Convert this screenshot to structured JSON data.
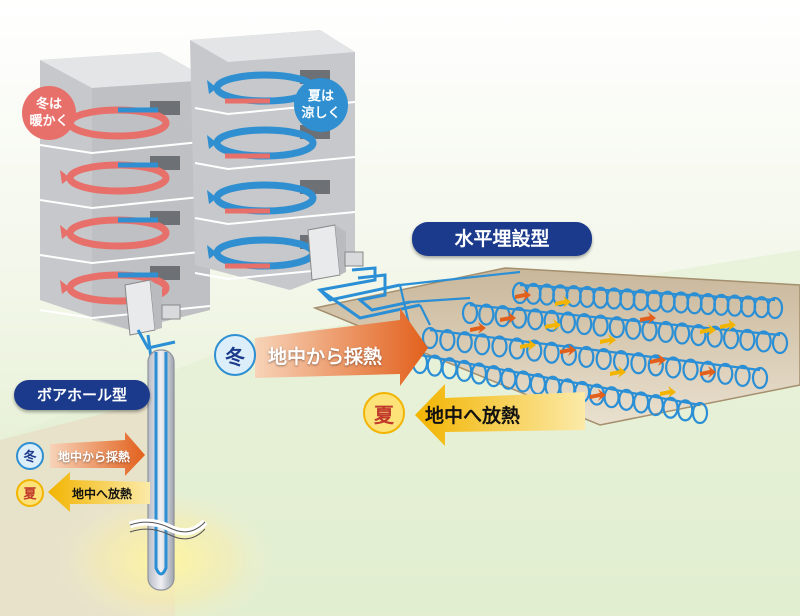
{
  "buildings": {
    "winter_bubble": {
      "line1": "冬は",
      "line2": "暖かく",
      "color": "#e8706a"
    },
    "summer_bubble": {
      "line1": "夏は",
      "line2": "涼しく",
      "color": "#2f8fd0"
    }
  },
  "horizontal": {
    "title": "水平埋設型",
    "winter": {
      "season": "冬",
      "text": "地中から採熱"
    },
    "summer": {
      "season": "夏",
      "text": "地中へ放熱"
    }
  },
  "borehole": {
    "title": "ボアホール型",
    "winter": {
      "season": "冬",
      "text": "地中から採熱"
    },
    "summer": {
      "season": "夏",
      "text": "地中へ放熱"
    }
  },
  "colors": {
    "winter_red": "#e8706a",
    "summer_blue": "#2f8fd0",
    "title_navy": "#1b3a8c",
    "winter_arrow": "#e2601c",
    "summer_arrow": "#f2b400",
    "pipe_blue": "#2b8fd6"
  }
}
